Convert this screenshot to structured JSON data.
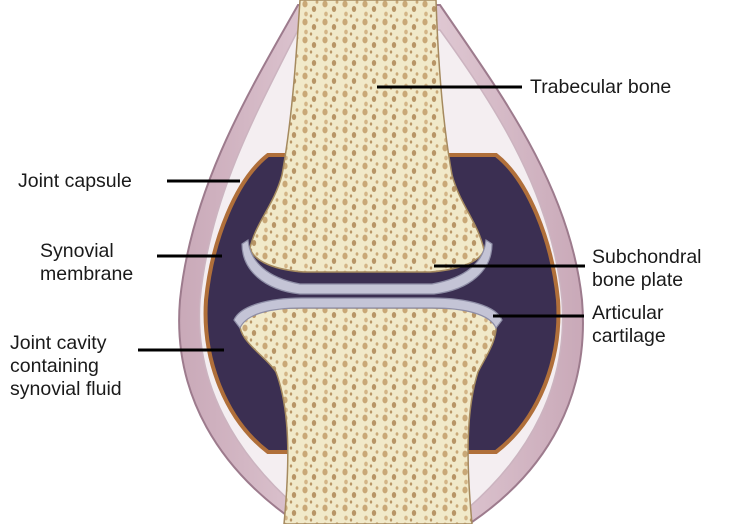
{
  "labels": {
    "trabecular_bone": "Trabecular bone",
    "joint_capsule": "Joint capsule",
    "synovial_membrane": [
      "Synovial",
      "membrane"
    ],
    "subchondral_bone_plate": [
      "Subchondral",
      "bone plate"
    ],
    "articular_cartilage": [
      "Articular",
      "cartilage"
    ],
    "joint_cavity": [
      "Joint cavity",
      "containing",
      "synovial fluid"
    ]
  },
  "colors": {
    "bone": "#f1e9c9",
    "trabecular_pore": "#c9a877",
    "cartilage": "#c4c4d6",
    "synovial_fluid": "#3b2f52",
    "synovial_membrane": "#b06f3a",
    "capsule": "#dcc3ce",
    "leader_line": "#000000"
  }
}
